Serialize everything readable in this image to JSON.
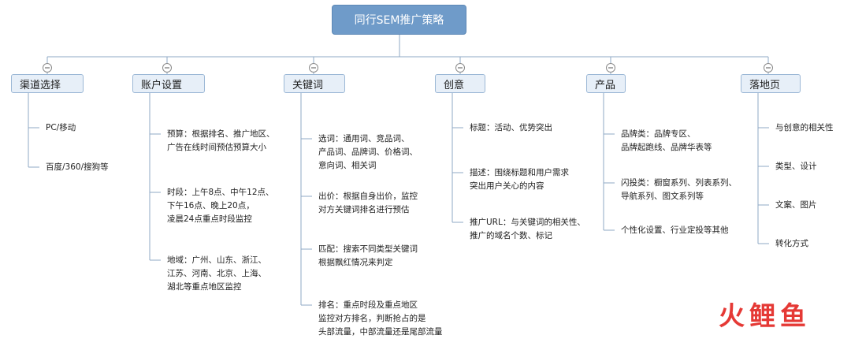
{
  "root": {
    "label": "同行SEM推广策略"
  },
  "branches": [
    {
      "label": "渠道选择",
      "items": [
        {
          "lines": [
            "PC/移动"
          ]
        },
        {
          "lines": [
            "百度/360/搜狗等"
          ]
        }
      ]
    },
    {
      "label": "账户设置",
      "items": [
        {
          "lines": [
            "预算：根据排名、推广地区、",
            "广告在线时间预估预算大小"
          ]
        },
        {
          "lines": [
            "时段：上午8点、中午12点、",
            "下午16点、晚上20点，",
            "凌晨24点重点时段监控"
          ]
        },
        {
          "lines": [
            "地域：广州、山东、浙江、",
            "江苏、河南、北京、上海、",
            "湖北等重点地区监控"
          ]
        }
      ]
    },
    {
      "label": "关键词",
      "items": [
        {
          "lines": [
            "选词：通用词、竞品词、",
            "产品词、品牌词、价格词、",
            "意向词、相关词"
          ]
        },
        {
          "lines": [
            "出价：根据自身出价，监控",
            "对方关键词排名进行预估"
          ]
        },
        {
          "lines": [
            "匹配：搜索不同类型关键词",
            "根据飘红情况来判定"
          ]
        },
        {
          "lines": [
            "排名：重点时段及重点地区",
            "监控对方排名，判断抢占的是",
            "头部流量，中部流量还是尾部流量"
          ]
        }
      ]
    },
    {
      "label": "创意",
      "items": [
        {
          "lines": [
            "标题：活动、优势突出"
          ]
        },
        {
          "lines": [
            "描述：围绕标题和用户需求",
            "突出用户关心的内容"
          ]
        },
        {
          "lines": [
            "推广URL：与关键词的相关性、",
            "推广的域名个数、标记"
          ]
        }
      ]
    },
    {
      "label": "产品",
      "items": [
        {
          "lines": [
            "品牌类：品牌专区、",
            "品牌起跑线、品牌华表等"
          ]
        },
        {
          "lines": [
            "闪投类：橱窗系列、列表系列、",
            "导航系列、图文系列等"
          ]
        },
        {
          "lines": [
            "个性化设置、行业定投等其他"
          ]
        }
      ]
    },
    {
      "label": "落地页",
      "items": [
        {
          "lines": [
            "与创意的相关性"
          ]
        },
        {
          "lines": [
            "类型、设计"
          ]
        },
        {
          "lines": [
            "文案、图片"
          ]
        },
        {
          "lines": [
            "转化方式"
          ]
        }
      ]
    }
  ],
  "logo": {
    "text": "火鲤鱼"
  },
  "colors": {
    "root_fill": "#6f9bc9",
    "node_fill": "#e7eff8",
    "node_border": "#9cb8d6",
    "connector": "#8fa9c4",
    "logo": "#e53935"
  }
}
